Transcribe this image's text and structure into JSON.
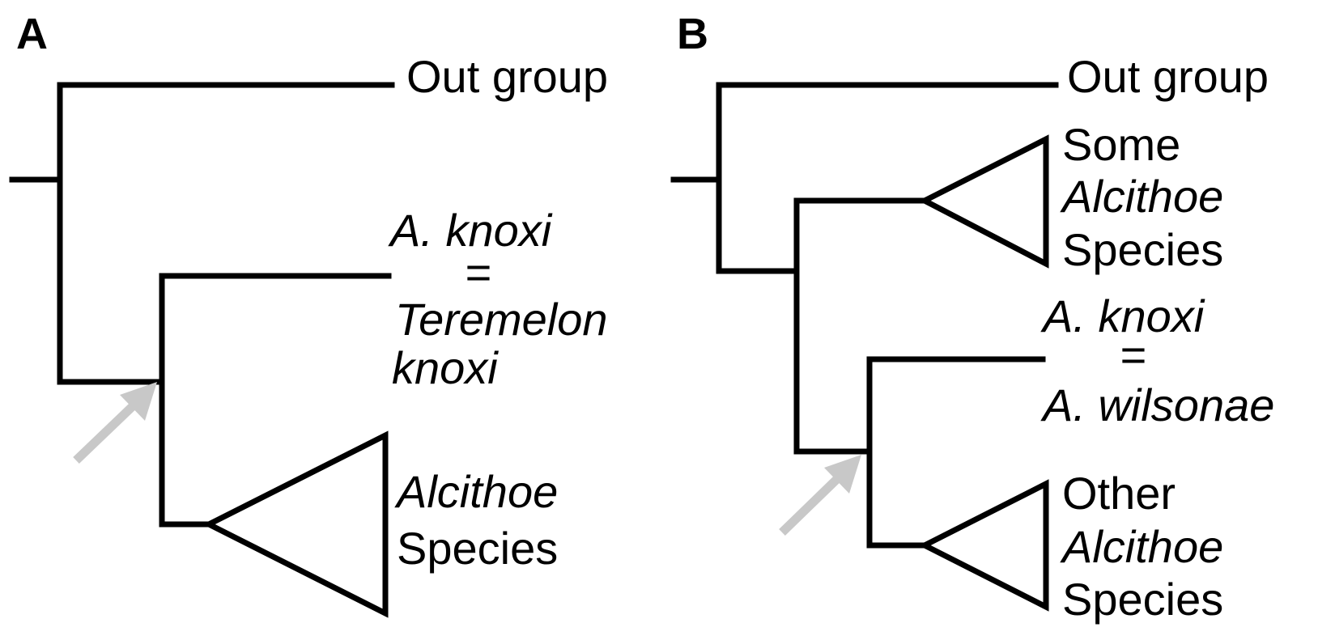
{
  "colors": {
    "line": "#000000",
    "arrow": "#c8c8c8",
    "background": "#ffffff"
  },
  "panel_a": {
    "letter": "A",
    "outgroup": "Out group",
    "knoxi_line1": "A. knoxi",
    "knoxi_line2": "=",
    "knoxi_line3": "Teremelon",
    "knoxi_line4": "knoxi",
    "clade_line1": "Alcithoe",
    "clade_line2": "Species"
  },
  "panel_b": {
    "letter": "B",
    "outgroup": "Out group",
    "some_line1": "Some",
    "some_line2": "Alcithoe",
    "some_line3": "Species",
    "knoxi_line1": "A. knoxi",
    "knoxi_line2": "=",
    "knoxi_line3": "A. wilsonae",
    "other_line1": "Other",
    "other_line2": "Alcithoe",
    "other_line3": "Species"
  }
}
